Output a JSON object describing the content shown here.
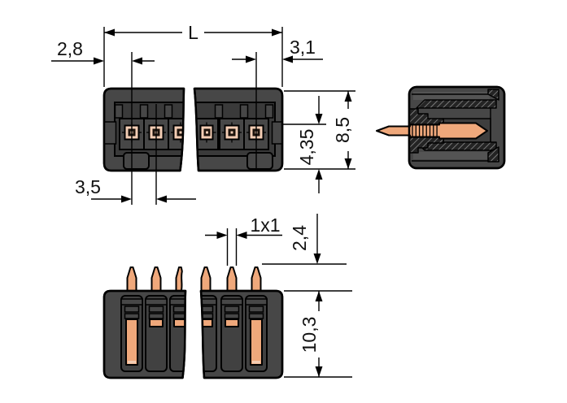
{
  "drawing": {
    "type": "connector-technical-drawing",
    "views": {
      "front": "front-view",
      "side": "side-section-view",
      "bottom": "bottom-view"
    }
  },
  "dimensions": {
    "length": "L",
    "left_end": "2,8",
    "right_end": "3,1",
    "pitch": "3,5",
    "pin_row_height": "4,35",
    "height": "8,5",
    "pin_square": "1x1",
    "tip": "2,4",
    "depth": "10,3"
  },
  "colors": {
    "background": "#ffffff",
    "housing": "#474747",
    "recess": "#3a3a3a",
    "pin_copper": "#f3cdb4",
    "pin_solder": "#efa87b",
    "pin_core": "#1d130c",
    "hatch_bg": "#242424",
    "hatch_line": "#9a9a9a"
  }
}
